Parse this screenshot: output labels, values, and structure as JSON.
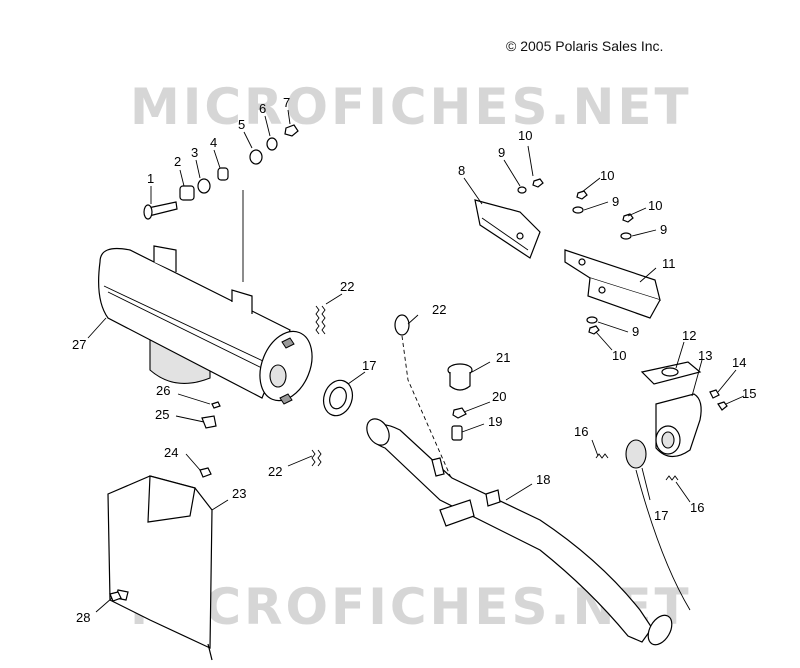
{
  "copyright": "© 2005 Polaris Sales Inc.",
  "watermark": "MICROFICHES.NET",
  "callouts": [
    {
      "id": "c1",
      "label": "1"
    },
    {
      "id": "c2",
      "label": "2"
    },
    {
      "id": "c3",
      "label": "3"
    },
    {
      "id": "c4",
      "label": "4"
    },
    {
      "id": "c5",
      "label": "5"
    },
    {
      "id": "c6",
      "label": "6"
    },
    {
      "id": "c7",
      "label": "7"
    },
    {
      "id": "c8",
      "label": "8"
    },
    {
      "id": "c9a",
      "label": "9"
    },
    {
      "id": "c9b",
      "label": "9"
    },
    {
      "id": "c9c",
      "label": "9"
    },
    {
      "id": "c9d",
      "label": "9"
    },
    {
      "id": "c10a",
      "label": "10"
    },
    {
      "id": "c10b",
      "label": "10"
    },
    {
      "id": "c10c",
      "label": "10"
    },
    {
      "id": "c10d",
      "label": "10"
    },
    {
      "id": "c11",
      "label": "11"
    },
    {
      "id": "c12",
      "label": "12"
    },
    {
      "id": "c13",
      "label": "13"
    },
    {
      "id": "c14",
      "label": "14"
    },
    {
      "id": "c15",
      "label": "15"
    },
    {
      "id": "c16a",
      "label": "16"
    },
    {
      "id": "c16b",
      "label": "16"
    },
    {
      "id": "c17a",
      "label": "17"
    },
    {
      "id": "c17b",
      "label": "17"
    },
    {
      "id": "c18",
      "label": "18"
    },
    {
      "id": "c19",
      "label": "19"
    },
    {
      "id": "c20",
      "label": "20"
    },
    {
      "id": "c21",
      "label": "21"
    },
    {
      "id": "c22a",
      "label": "22"
    },
    {
      "id": "c22b",
      "label": "22"
    },
    {
      "id": "c22c",
      "label": "22"
    },
    {
      "id": "c23",
      "label": "23"
    },
    {
      "id": "c24",
      "label": "24"
    },
    {
      "id": "c25",
      "label": "25"
    },
    {
      "id": "c26",
      "label": "26"
    },
    {
      "id": "c27",
      "label": "27"
    },
    {
      "id": "c28",
      "label": "28"
    }
  ]
}
